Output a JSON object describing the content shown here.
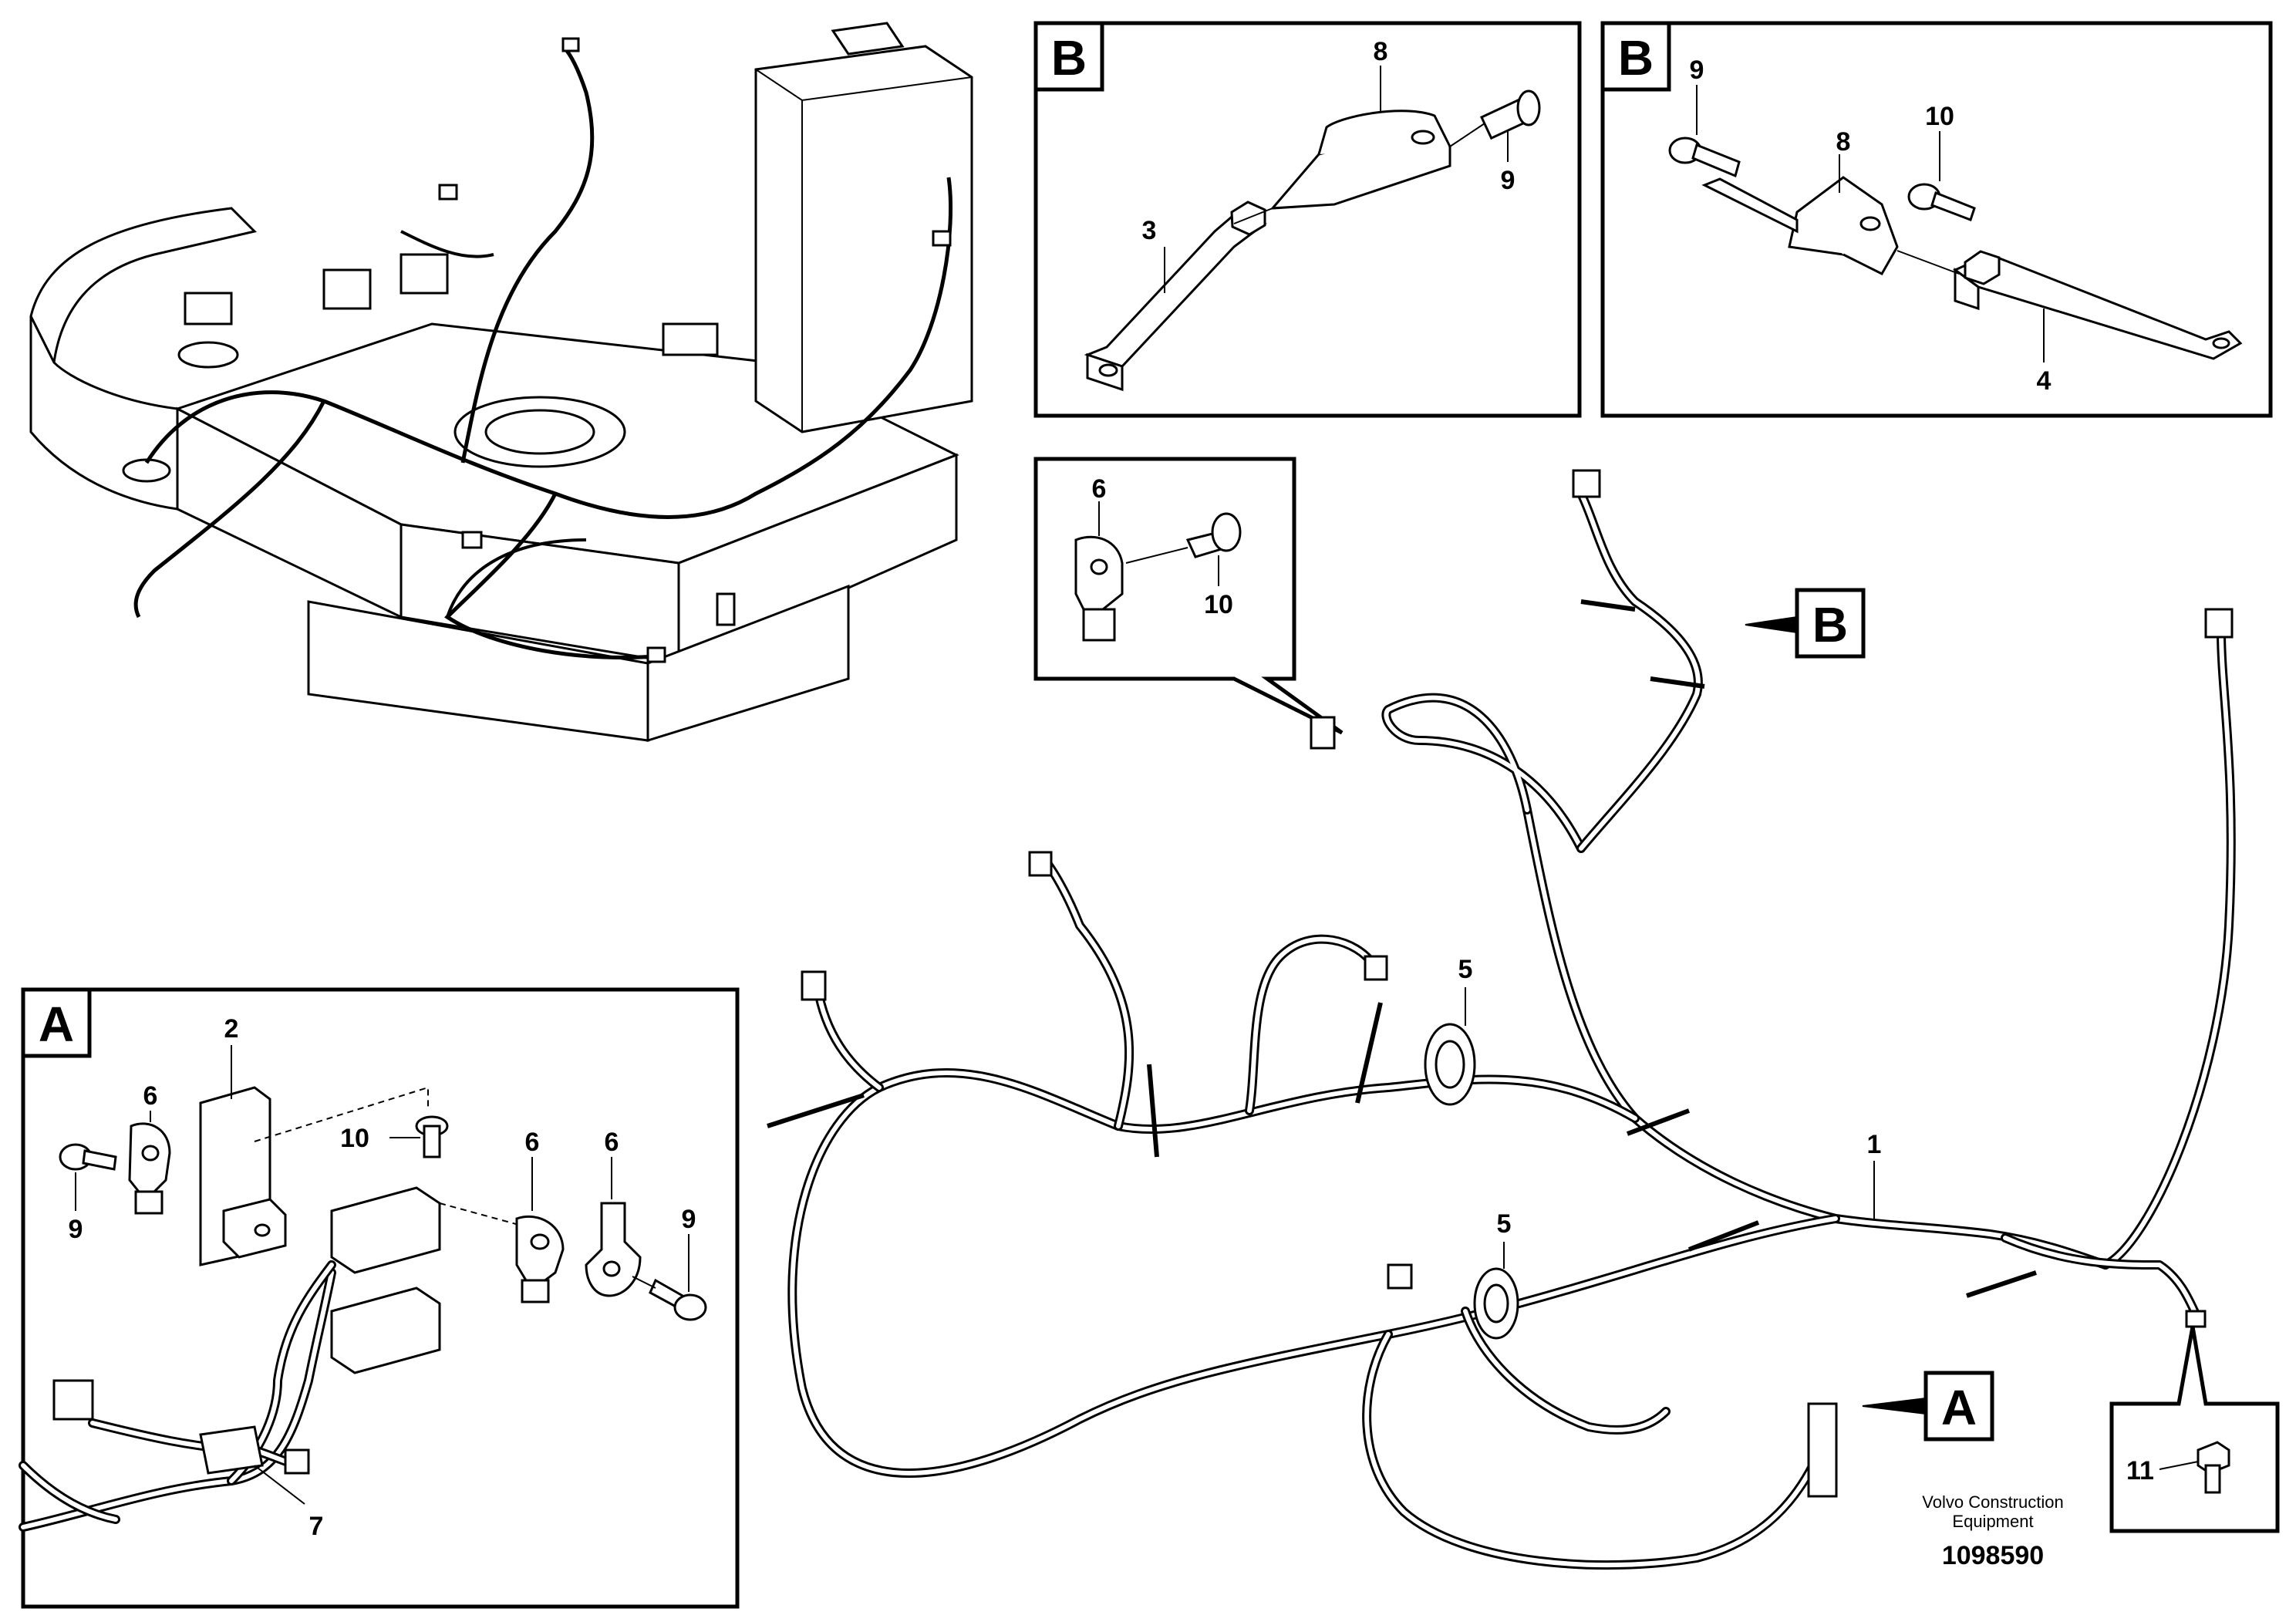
{
  "detail_views": [
    {
      "id": "detail-b-bracket",
      "letter": "B"
    },
    {
      "id": "detail-b-clamp",
      "letter": "B"
    },
    {
      "id": "detail-a",
      "letter": "A"
    }
  ],
  "reference_markers": [
    {
      "id": "ref-b",
      "letter": "B"
    },
    {
      "id": "ref-a",
      "letter": "A"
    }
  ],
  "callouts": {
    "b1_8": "8",
    "b1_9": "9",
    "b1_3": "3",
    "b2_9": "9",
    "b2_10": "10",
    "b2_8": "8",
    "b2_4": "4",
    "d_6": "6",
    "d_10": "10",
    "a_2": "2",
    "a_6a": "6",
    "a_10": "10",
    "a_9a": "9",
    "a_6b": "6",
    "a_6c": "6",
    "a_9b": "9",
    "a_7": "7",
    "m_5a": "5",
    "m_5b": "5",
    "m_1": "1",
    "m_11": "11"
  },
  "credit": {
    "line1": "Volvo Construction",
    "line2": "Equipment",
    "number": "1098590"
  }
}
